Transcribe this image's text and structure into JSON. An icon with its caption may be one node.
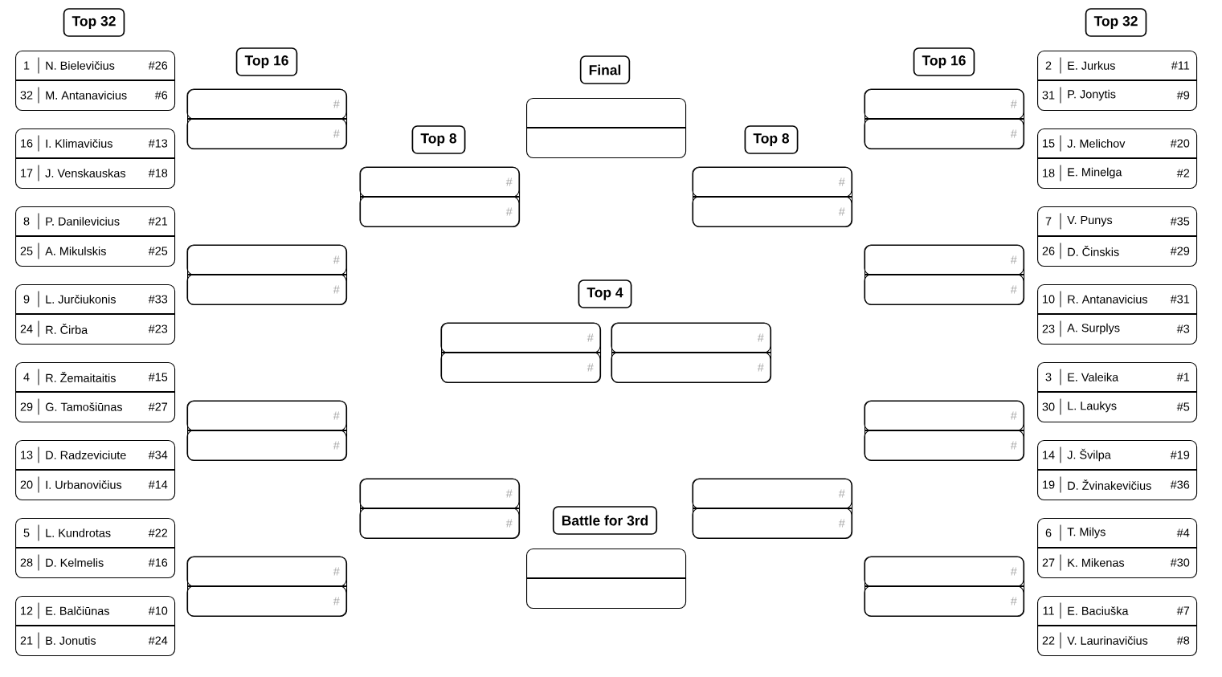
{
  "diagram": {
    "nodes": [
      {
        "text": [
          "Top 32"
        ]
      },
      {
        "text": [
          "1",
          "N. Bielevičius",
          "#26",
          "32",
          "M. Antanavicius",
          "#6"
        ]
      },
      {
        "text": [
          "16",
          "I. Klimavičius",
          "#13",
          "17",
          "J. Venskauskas",
          "#18"
        ]
      },
      {
        "text": [
          "8",
          "P. Danilevicius",
          "#21",
          "25",
          "A. Mikulskis",
          "#25"
        ]
      },
      {
        "text": [
          "9",
          "L. Jurčiukonis",
          "#33",
          "24",
          "R. Čirba",
          "#23"
        ]
      },
      {
        "text": [
          "4",
          "R. Žemaitaitis",
          "#15",
          "29",
          "G. Tamošiūnas",
          "#27"
        ]
      },
      {
        "text": [
          "13",
          "D. Radzeviciute",
          "#34",
          "20",
          "I. Urbanovičius",
          "#14"
        ]
      },
      {
        "text": [
          "5",
          "L. Kundrotas",
          "#22",
          "28",
          "D. Kelmelis",
          "#16"
        ]
      },
      {
        "text": [
          "12",
          "E. Balčiūnas",
          "#10",
          "21",
          "B. Jonutis",
          "#24"
        ]
      },
      {
        "text": [
          "Top 16"
        ]
      },
      {
        "text": [
          "#",
          "#"
        ]
      },
      {
        "text": [
          "#",
          "#"
        ]
      },
      {
        "text": [
          "#",
          "#"
        ]
      },
      {
        "text": [
          "#",
          "#"
        ]
      },
      {
        "text": [
          "Top 8"
        ]
      },
      {
        "text": [
          "#",
          "#"
        ]
      },
      {
        "text": [
          "#",
          "#"
        ]
      },
      {
        "text": [
          "Final"
        ]
      },
      {
        "text": [],
        "shape": "box"
      },
      {
        "text": [
          "Top 4"
        ]
      },
      {
        "text": [
          "#",
          "#"
        ]
      },
      {
        "text": [
          "#",
          "#"
        ]
      },
      {
        "text": [
          "Battle for 3rd"
        ]
      },
      {
        "text": [],
        "shape": "box"
      },
      {
        "text": [
          "Top 8"
        ]
      },
      {
        "text": [
          "#",
          "#"
        ]
      },
      {
        "text": [
          "#",
          "#"
        ]
      },
      {
        "text": [
          "Top 16"
        ]
      },
      {
        "text": [
          "#",
          "#"
        ]
      },
      {
        "text": [
          "#",
          "#"
        ]
      },
      {
        "text": [
          "#",
          "#"
        ]
      },
      {
        "text": [
          "#",
          "#"
        ]
      },
      {
        "text": [
          "Top 32"
        ]
      },
      {
        "text": [
          "2",
          "E. Jurkus",
          "#11",
          "31",
          "P. Jonytis",
          "#9"
        ]
      },
      {
        "text": [
          "15",
          "J. Melichov",
          "#20",
          "18",
          "E. Minelga",
          "#2"
        ]
      },
      {
        "text": [
          "7",
          "V. Punys",
          "#35",
          "26",
          "D. Činskis",
          "#29"
        ]
      },
      {
        "text": [
          "10",
          "R. Antanavicius",
          "#31",
          "23",
          "A. Surplys",
          "#3"
        ]
      },
      {
        "text": [
          "3",
          "E. Valeika",
          "#1",
          "30",
          "L. Laukys",
          "#5"
        ]
      },
      {
        "text": [
          "14",
          "J. Švilpa",
          "#19",
          "19",
          "D. Žvinakevičius",
          "#36"
        ]
      },
      {
        "text": [
          "6",
          "T. Milys",
          "#4",
          "27",
          "K. Mikenas",
          "#30"
        ]
      },
      {
        "text": [
          "11",
          "E. Baciuška",
          "#7",
          "22",
          "V. Laurinavičius",
          "#8"
        ]
      }
    ]
  }
}
